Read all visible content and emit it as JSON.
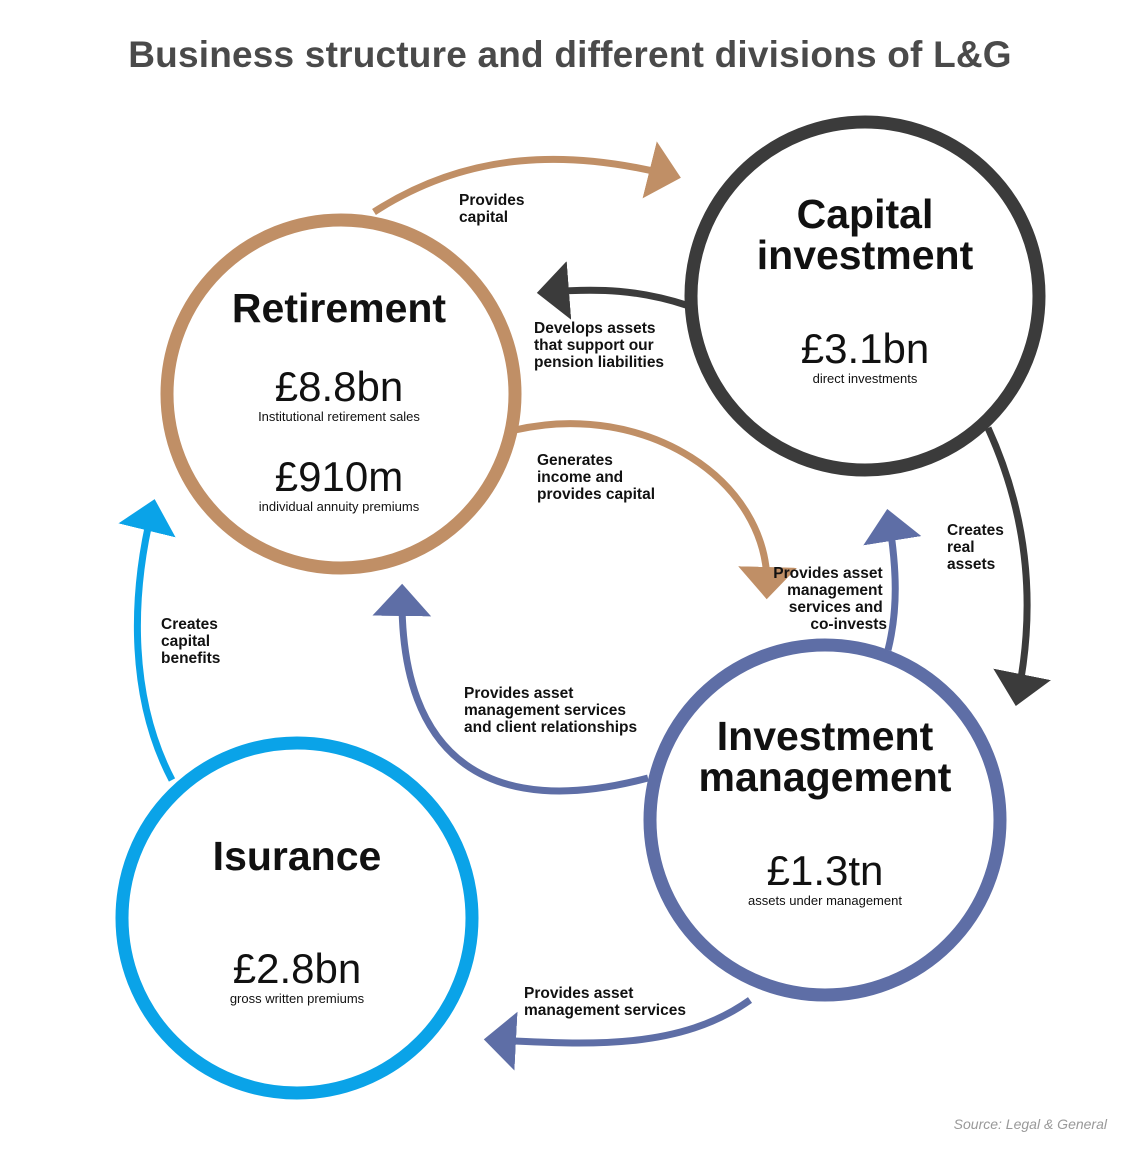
{
  "title": "Business structure and different divisions of L&G",
  "source": "Source: Legal & General",
  "colors": {
    "retirement": "#c08f66",
    "capital": "#3b3b3b",
    "investment": "#5e6ea6",
    "insurance": "#0aa3e8"
  },
  "nodes": {
    "retirement": {
      "title": "Retirement",
      "value1": "£8.8bn",
      "desc1": "Institutional retirement sales",
      "value2": "£910m",
      "desc2": "individual annuity premiums"
    },
    "capital": {
      "title_line1": "Capital",
      "title_line2": "investment",
      "value": "£3.1bn",
      "desc": "direct investments"
    },
    "investment": {
      "title_line1": "Investment",
      "title_line2": "management",
      "value": "£1.3tn",
      "desc": "assets under management"
    },
    "insurance": {
      "title": "Isurance",
      "value": "£2.8bn",
      "desc": "gross written premiums"
    }
  },
  "edges": {
    "provides_capital": [
      "Provides",
      "capital"
    ],
    "develops_assets": [
      "Develops assets",
      "that support our",
      "pension liabilities"
    ],
    "generates_income": [
      "Generates",
      "income and",
      "provides capital"
    ],
    "creates_real_assets": [
      "Creates",
      "real",
      "assets"
    ],
    "provides_am_coinvests": [
      "Provides asset",
      "management",
      "services and",
      "co-invests"
    ],
    "provides_am_client": [
      "Provides asset",
      "management services",
      "and client relationships"
    ],
    "creates_capital_benefits": [
      "Creates",
      "capital",
      "benefits"
    ],
    "provides_am_services": [
      "Provides asset",
      "management services"
    ]
  }
}
